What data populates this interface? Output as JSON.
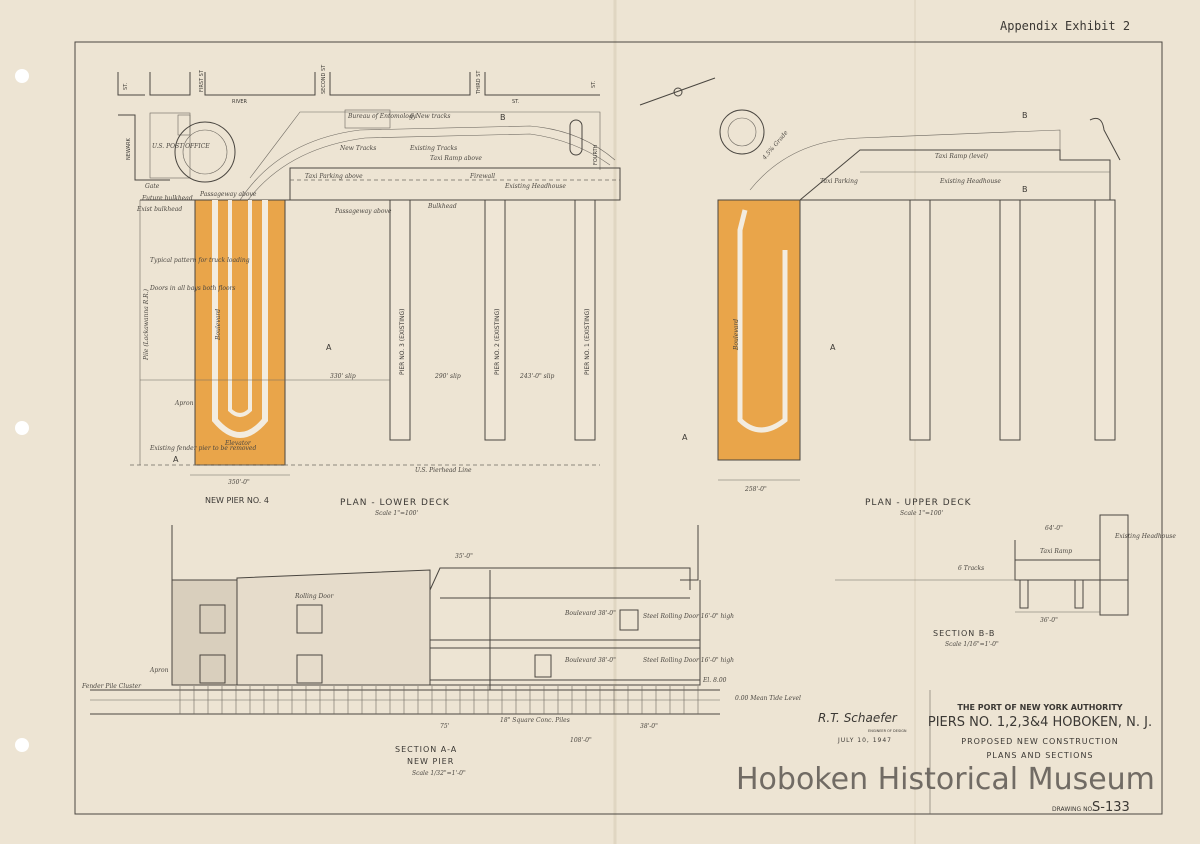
{
  "header": {
    "exhibit": "Appendix Exhibit 2"
  },
  "streets": {
    "newark": "NEWARK",
    "first": "FIRST ST",
    "second": "SECOND ST",
    "third": "THIRD ST",
    "fourth": "FOURTH",
    "st": "ST.",
    "river": "RIVER",
    "river_st": "ST."
  },
  "plan_lower": {
    "title": "PLAN - LOWER DECK",
    "scale": "Scale 1\"=100'",
    "new_pier": "NEW PIER NO. 4",
    "labels": [
      "U.S. POST OFFICE",
      "Bureau of Entomology",
      "6 New tracks",
      "New Tracks",
      "Existing Tracks",
      "Taxi Ramp above",
      "Taxi Parking above",
      "Firewall",
      "Existing Headhouse",
      "Bulkhead",
      "Passageway above",
      "Future bulkhead",
      "Exist bulkhead",
      "Gate",
      "Typical pattern for truck loading",
      "Doors in all bays both floors",
      "Boulevard",
      "Elevator",
      "Apron",
      "U.S. Pierhead Line",
      "Existing fender pier to be removed",
      "Pile (Lackawanna R.R.)",
      "330' slip",
      "290' slip",
      "243'-0\" slip",
      "350'-0\""
    ],
    "piers": [
      "PIER NO. 3 (EXISTING)",
      "PIER NO. 2 (EXISTING)",
      "PIER NO. 1 (EXISTING)"
    ],
    "section_mark": "A",
    "bmark": "B"
  },
  "plan_upper": {
    "title": "PLAN - UPPER DECK",
    "scale": "Scale 1\"=100'",
    "labels": [
      "Taxi Ramp (level)",
      "Taxi Parking",
      "Existing Headhouse",
      "Boulevard",
      "4.5% Grade",
      "258'-0\""
    ],
    "section_mark": "A",
    "bmark": "B"
  },
  "section_aa": {
    "title": "SECTION A-A",
    "subtitle": "NEW PIER",
    "scale": "Scale 1/32\"=1'-0\"",
    "labels": [
      "Boulevard 38'-0\"",
      "Steel Rolling Door 16'-0\" high",
      "Boulevard 38'-0\"",
      "Steel Rolling Door 16'-0\" high",
      "Rolling Door",
      "Fender Pile Cluster",
      "Apron",
      "18\" Square Conc. Piles",
      "0.00 Mean Tide Level",
      "El. 8.00",
      "75'",
      "108'-0\"",
      "38'-0\"",
      "35'-0\""
    ]
  },
  "section_bb": {
    "title": "SECTION B-B",
    "scale": "Scale 1/16\"=1'-0\"",
    "labels": [
      "64'-0\"",
      "Taxi Ramp",
      "Existing Headhouse",
      "6 Tracks",
      "36'-0\""
    ]
  },
  "title_block": {
    "authority": "THE PORT OF NEW YORK AUTHORITY",
    "project": "PIERS NO. 1,2,3&4 HOBOKEN, N. J.",
    "line1": "PROPOSED NEW CONSTRUCTION",
    "line2": "PLANS AND SECTIONS",
    "drawing_label": "DRAWING NO.",
    "drawing_no": "S-133",
    "signature": "R.T. Schaefer",
    "signature_title": "ENGINEER OF DESIGN",
    "date": "JULY 10, 1947"
  },
  "watermark": "Hoboken Historical Museum",
  "colors": {
    "paper": "#ede4d3",
    "highlight": "#e9a54a",
    "ink": "#4a4640"
  }
}
